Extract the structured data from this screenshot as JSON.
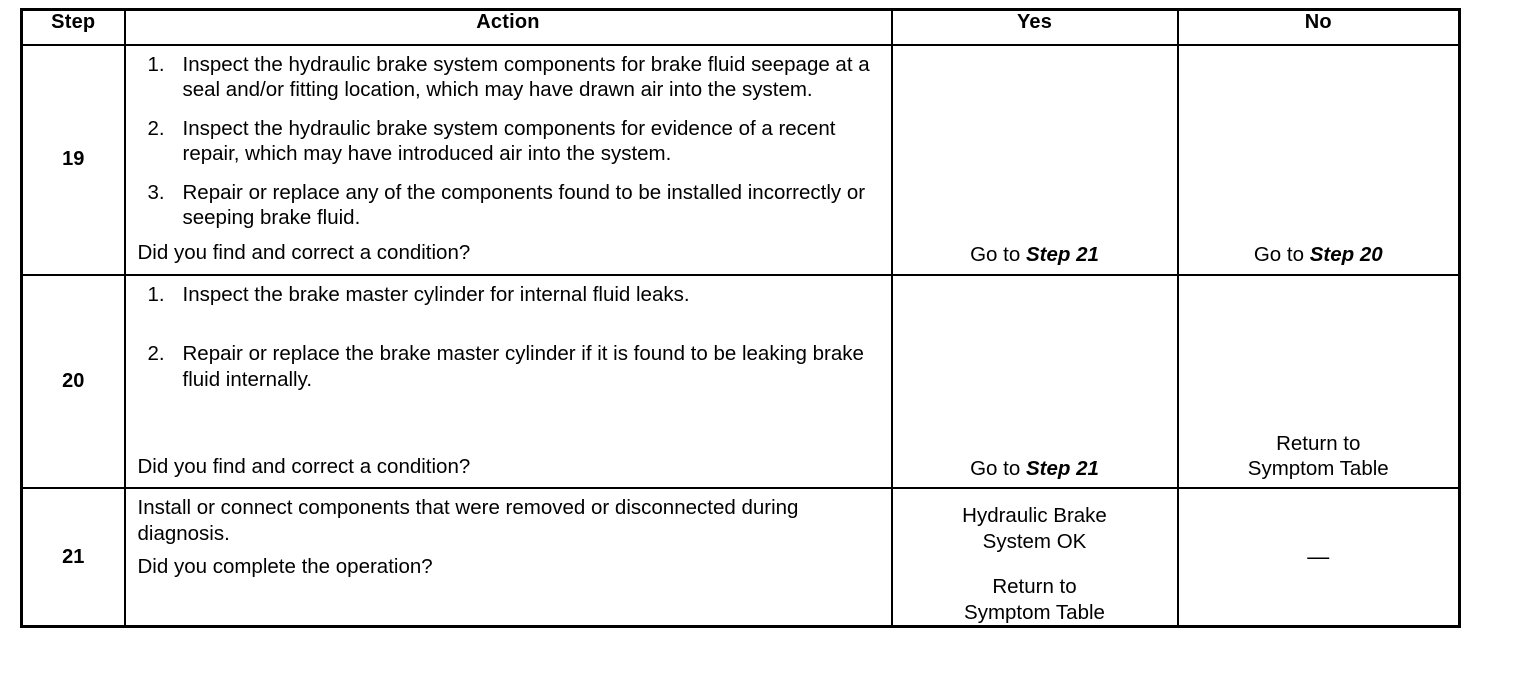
{
  "table": {
    "headers": {
      "step": "Step",
      "action": "Action",
      "yes": "Yes",
      "no": "No"
    },
    "rows": [
      {
        "step": "19",
        "action": {
          "items": [
            {
              "num": "1.",
              "text": "Inspect the hydraulic brake system components for brake fluid seepage at a seal and/or fitting location, which may have drawn air into the system."
            },
            {
              "num": "2.",
              "text": "Inspect the hydraulic brake system components for evidence of a recent repair, which may have introduced air into the system."
            },
            {
              "num": "3.",
              "text": "Repair or replace any of the components found to be installed incorrectly or seeping brake fluid."
            }
          ],
          "question": "Did you find and correct a condition?"
        },
        "yes": {
          "prefix": "Go to ",
          "target": "Step 21"
        },
        "no": {
          "prefix": "Go to ",
          "target": "Step 20"
        }
      },
      {
        "step": "20",
        "action": {
          "items": [
            {
              "num": "1.",
              "text": "Inspect the brake master cylinder for internal fluid leaks."
            },
            {
              "num": "2.",
              "text": "Repair or replace the brake master cylinder if it is found to be leaking brake fluid internally."
            }
          ],
          "question": "Did you find and correct a condition?"
        },
        "yes": {
          "prefix": "Go to ",
          "target": "Step 21"
        },
        "no": {
          "line1": "Return to",
          "line2": "Symptom Table"
        }
      },
      {
        "step": "21",
        "action": {
          "paragraph": "Install or connect components that were removed or disconnected during diagnosis.",
          "question": "Did you complete the operation?"
        },
        "yes": {
          "line1": "Hydraulic Brake",
          "line2": "System OK",
          "line3": "Return to",
          "line4": "Symptom Table"
        },
        "no": {
          "dash": "—"
        }
      }
    ]
  }
}
